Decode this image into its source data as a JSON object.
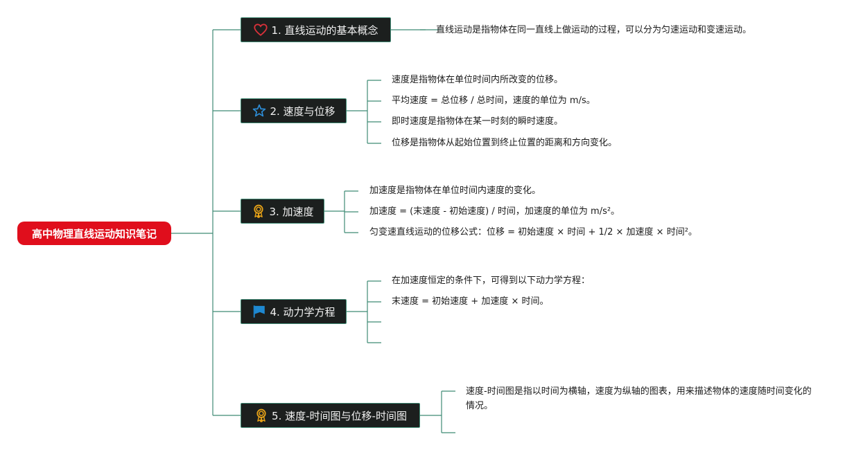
{
  "root": {
    "title": "高中物理直线运动知识笔记"
  },
  "branches": [
    {
      "label": "1. 直线运动的基本概念",
      "icon": "heart-icon",
      "leaves": [
        "直线运动是指物体在同一直线上做运动的过程，可以分为匀速运动和变速运动。"
      ]
    },
    {
      "label": "2. 速度与位移",
      "icon": "star-icon",
      "leaves": [
        "速度是指物体在单位时间内所改变的位移。",
        "平均速度 = 总位移 / 总时间，速度的单位为 m/s。",
        "即时速度是指物体在某一时刻的瞬时速度。",
        "位移是指物体从起始位置到终止位置的距离和方向变化。"
      ]
    },
    {
      "label": "3. 加速度",
      "icon": "award-ribbon-icon",
      "leaves": [
        "加速度是指物体在单位时间内速度的变化。",
        "加速度 = (末速度 - 初始速度) / 时间，加速度的单位为 m/s²。",
        "匀变速直线运动的位移公式：位移 = 初始速度 × 时间 + 1/2 × 加速度 × 时间²。"
      ]
    },
    {
      "label": "4. 动力学方程",
      "icon": "flag-icon",
      "leaves": [
        "在加速度恒定的条件下，可得到以下动力学方程：",
        "末速度 = 初始速度 + 加速度 × 时间。",
        "",
        ""
      ]
    },
    {
      "label": "5. 速度-时间图与位移-时间图",
      "icon": "award-ribbon-icon",
      "leaves": [
        "速度-时间图是指以时间为横轴，速度为纵轴的图表，用来描述物体的速度随时间变化的情况。",
        ""
      ]
    }
  ],
  "colors": {
    "root_bg": "#e00e1c",
    "branch_bg": "#1c1f1e",
    "connector": "#3f8a74",
    "heart": "#d9313a",
    "star": "#2e8ed8",
    "award": "#e8a317",
    "flag": "#1e88d0"
  }
}
